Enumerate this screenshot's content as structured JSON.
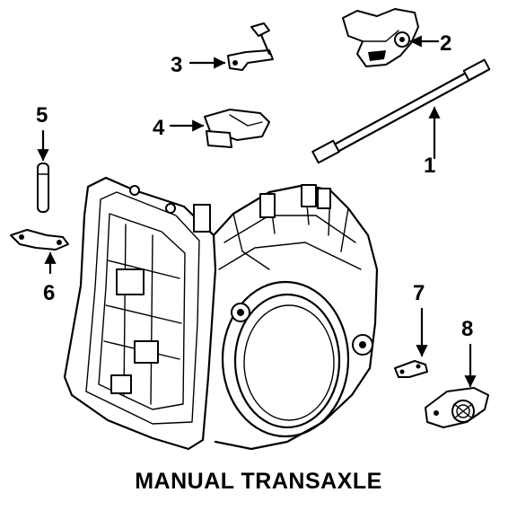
{
  "diagram": {
    "caption": "MANUAL TRANSAXLE",
    "callouts": [
      {
        "id": "1",
        "label": "1"
      },
      {
        "id": "2",
        "label": "2"
      },
      {
        "id": "3",
        "label": "3"
      },
      {
        "id": "4",
        "label": "4"
      },
      {
        "id": "5",
        "label": "5"
      },
      {
        "id": "6",
        "label": "6"
      },
      {
        "id": "7",
        "label": "7"
      },
      {
        "id": "8",
        "label": "8"
      }
    ]
  }
}
